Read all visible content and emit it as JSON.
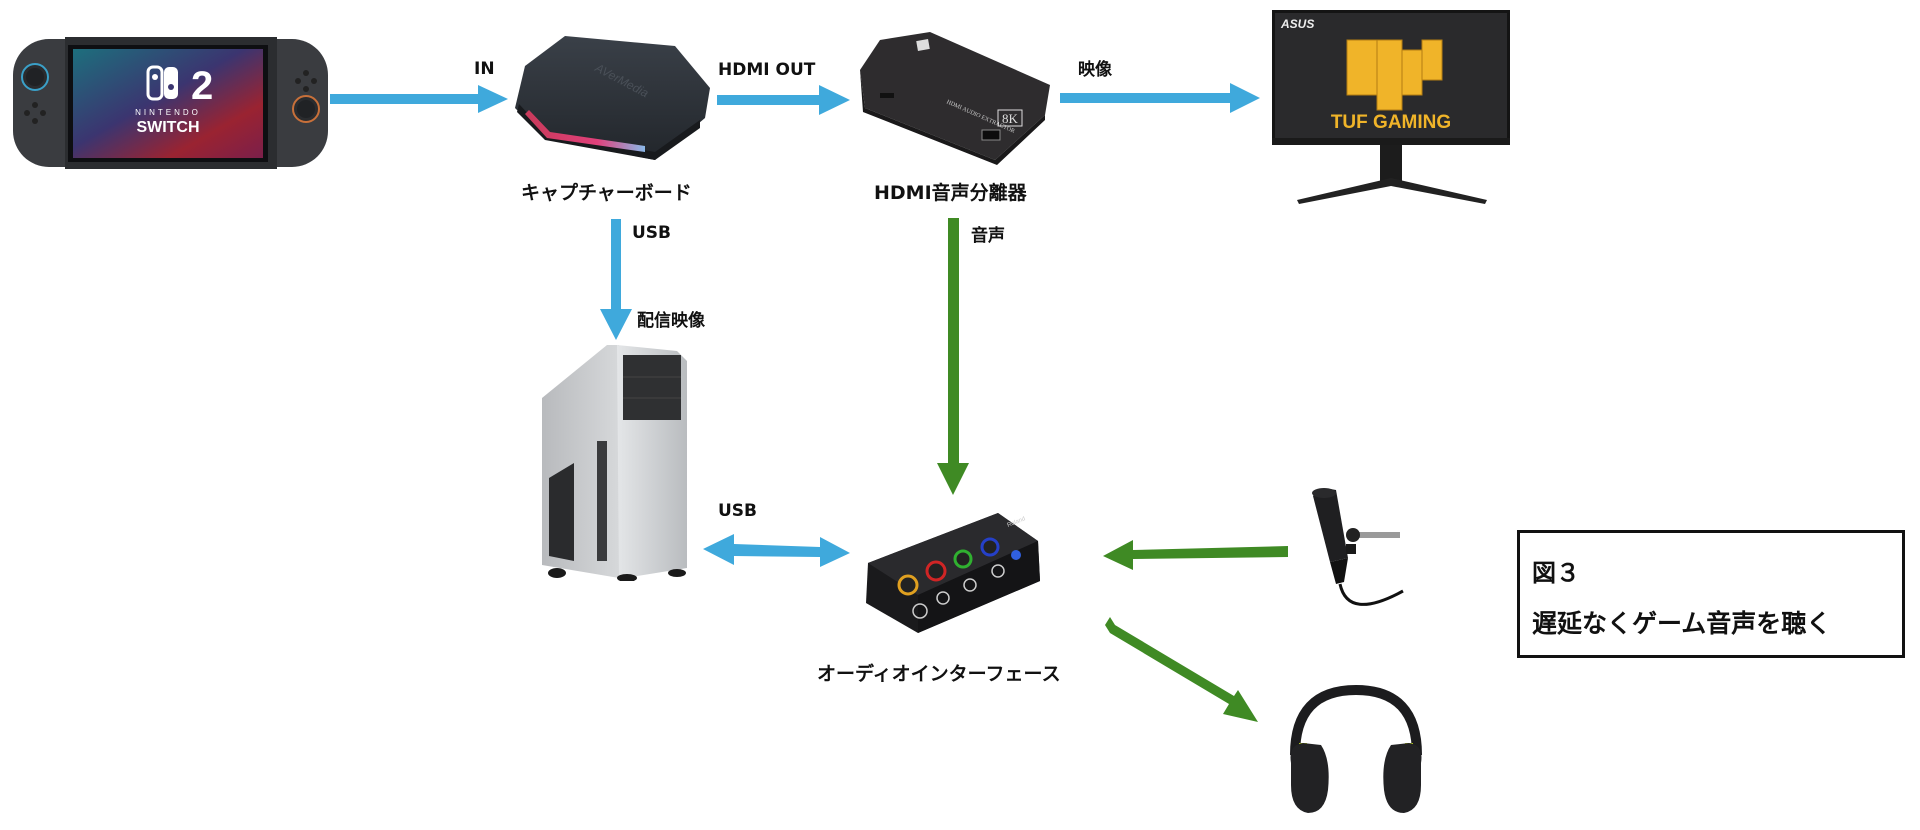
{
  "figure": {
    "number": "図３",
    "caption": "遅延なくゲーム音声を聴く"
  },
  "colors": {
    "video_arrow": "#3fa9dc",
    "audio_arrow": "#3f8a24",
    "text": "#111111"
  },
  "devices": {
    "switch": {
      "logo_number": "2",
      "brand_line1": "NINTENDO",
      "brand_line2": "SWITCH"
    },
    "capture_board": {
      "label": "キャプチャーボード",
      "brand": "AVerMedia"
    },
    "hdmi_splitter": {
      "label": "HDMI音声分離器",
      "badge": "8K",
      "print": "HDMI AUDIO EXTRACTOR"
    },
    "monitor": {
      "brand": "ASUS",
      "screen_text": "TUF GAMING"
    },
    "pc": {},
    "audio_interface": {
      "label": "オーディオインターフェース",
      "brand": "Roland"
    },
    "microphone": {},
    "headphones": {}
  },
  "connections": [
    {
      "from": "switch",
      "to": "capture_board",
      "label": "IN",
      "type": "video"
    },
    {
      "from": "capture_board",
      "to": "hdmi_splitter",
      "label": "HDMI OUT",
      "type": "video"
    },
    {
      "from": "hdmi_splitter",
      "to": "monitor",
      "label": "映像",
      "type": "video"
    },
    {
      "from": "capture_board",
      "to": "pc",
      "label": "USB",
      "sublabel": "配信映像",
      "type": "video"
    },
    {
      "from": "hdmi_splitter",
      "to": "audio_interface",
      "label": "音声",
      "type": "audio"
    },
    {
      "from": "pc",
      "to": "audio_interface",
      "label": "USB",
      "type": "video",
      "bidirectional": true
    },
    {
      "from": "microphone",
      "to": "audio_interface",
      "label": "",
      "type": "audio"
    },
    {
      "from": "audio_interface",
      "to": "headphones",
      "label": "",
      "type": "audio"
    }
  ]
}
